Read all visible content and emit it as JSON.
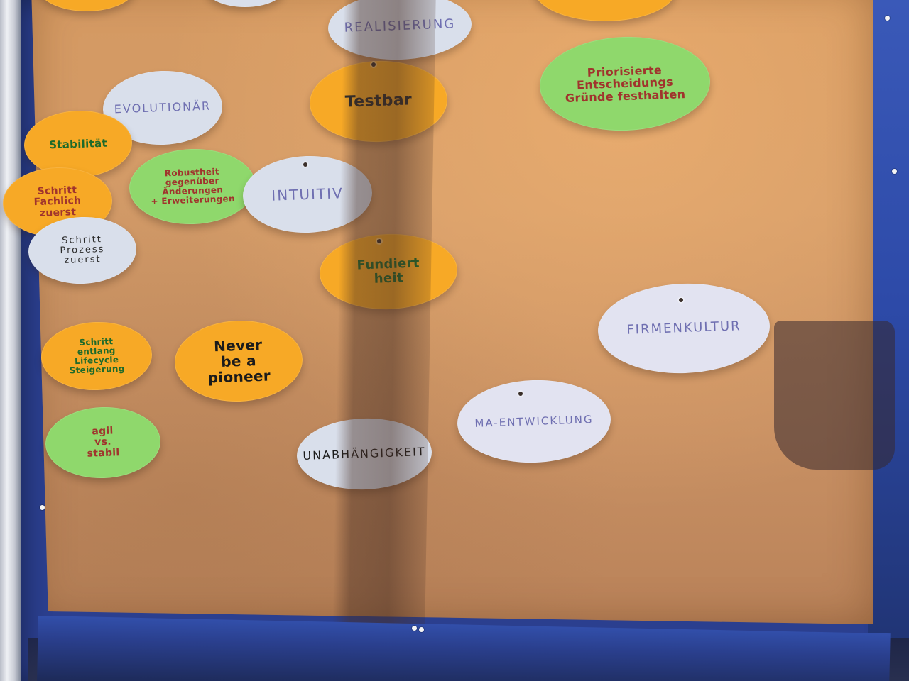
{
  "notes": {
    "realisierung": "REALISIERUNG",
    "testbar": "Testbar",
    "priorisierte": "Priorisierte\nEntscheidungs\nGründe festhalten",
    "evolutionaer": "EVOLUTIONÄR",
    "stabilitaet": "Stabilität",
    "robustheit": "Robustheit\ngegenüber Änderungen\n+ Erweiterungen",
    "intuitiv": "INTUITIV",
    "schritt_fachlich": "Schritt\nFachlich zuerst",
    "schritt_prozess": "Schritt\nProzess zuerst",
    "fundiertheit": "Fundiert\nheit",
    "firmenkultur": "FIRMENKULTUR",
    "schritt_lifecycle": "Schritt\nentlang Lifecycle\nSteigerung",
    "never_pioneer": "Never\nbe a pioneer",
    "ma_entwicklung": "MA-ENTWICKLUNG",
    "agile_stabil": "agil\nvs.\nstabil",
    "unabhaengigkeit": "UNABHÄNGIGKEIT"
  },
  "colors": {
    "orange": "#f7a926",
    "green": "#8fd86c",
    "white": "#d9dfeb",
    "board_blue": "#2b3f8f",
    "paper": "#d39b68"
  }
}
